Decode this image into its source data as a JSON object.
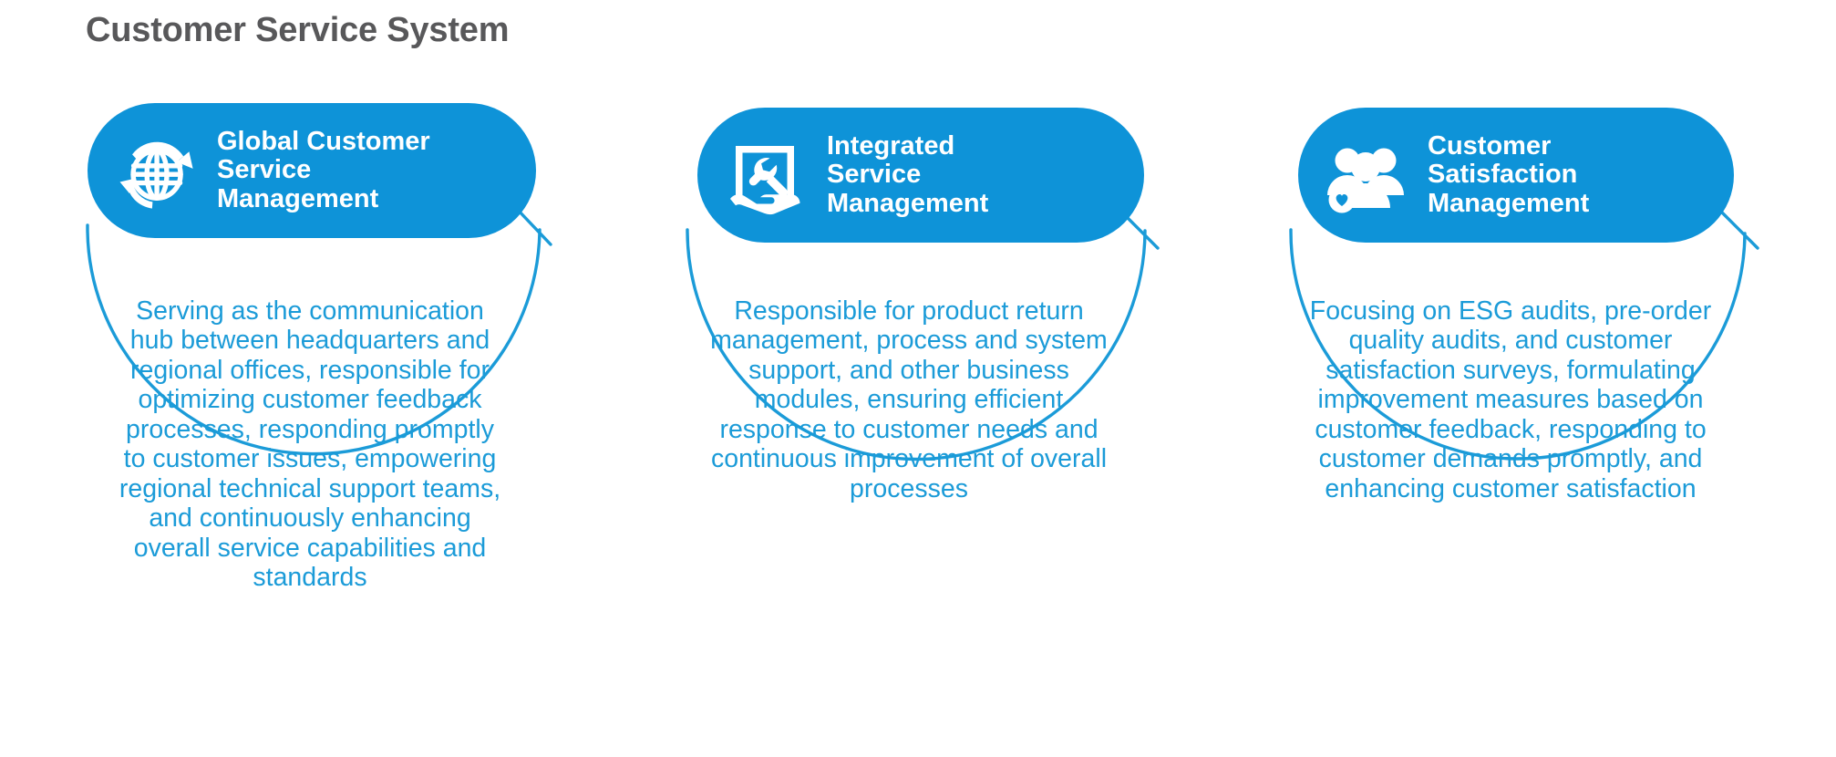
{
  "page": {
    "title": "Customer Service System",
    "background": "#ffffff",
    "accent": "#0e93d8",
    "text_blue": "#1b9bd8",
    "title_color": "#58585a"
  },
  "diagram": {
    "type": "three-circle-callout",
    "groups": [
      {
        "id": "global-customer-service-management",
        "icon": "globe-refresh-icon",
        "title": "Global Customer\nService\nManagement",
        "body": "Serving as the communication\nhub between headquarters and\nregional offices, responsible for\noptimizing customer feedback\nprocesses, responding promptly\nto customer issues, empowering\nregional technical support teams,\nand continuously enhancing\noverall service capabilities and\nstandards"
      },
      {
        "id": "integrated-service-management",
        "icon": "hand-wrench-screen-icon",
        "title": "Integrated\nService\nManagement",
        "body": "Responsible for product return\nmanagement, process and system\nsupport, and other business\nmodules, ensuring efficient\nresponse to customer needs and\ncontinuous improvement of overall\nprocesses"
      },
      {
        "id": "customer-satisfaction-management",
        "icon": "people-heart-icon",
        "title": "Customer\nSatisfaction\nManagement",
        "body": "Focusing on ESG audits, pre-order\nquality audits, and customer\nsatisfaction surveys, formulating\nimprovement measures based on\ncustomer feedback, responding to\ncustomer demands promptly, and\nenhancing customer satisfaction"
      }
    ]
  }
}
